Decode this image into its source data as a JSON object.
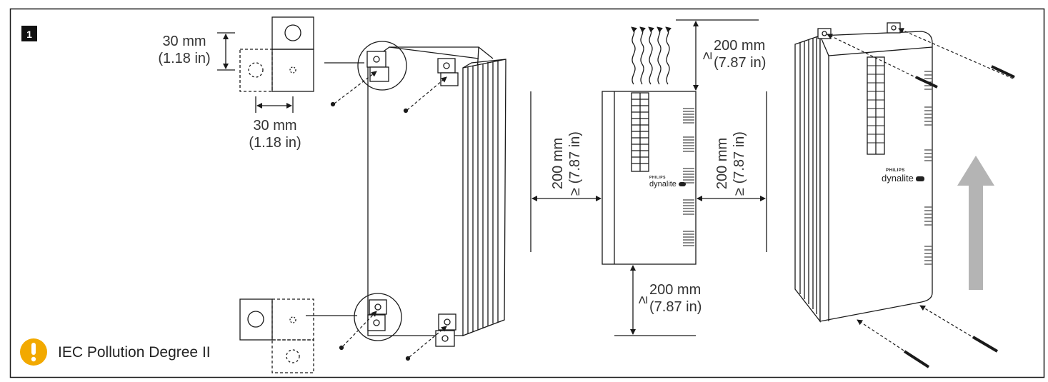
{
  "step_number": "1",
  "colors": {
    "line": "#1a1a1a",
    "accent": "#f2a900",
    "arrow_gray": "#b4b4b4",
    "text": "#333333"
  },
  "left_template": {
    "vertical_dim_value": "30 mm",
    "vertical_dim_imperial": "(1.18 in)",
    "horizontal_dim_value": "30 mm",
    "horizontal_dim_imperial": "(1.18 in)"
  },
  "clearance": {
    "top_value": "200 mm",
    "top_imperial": "(7.87 in)",
    "left_value": "200 mm",
    "left_imperial": "(7.87 in)",
    "right_value": "200 mm",
    "right_imperial": "(7.87 in)",
    "bottom_value": "200 mm",
    "bottom_imperial": "(7.87 in)",
    "ge_symbol": "≥"
  },
  "branding": {
    "maker": "PHILIPS",
    "product": "dynalite"
  },
  "warning": {
    "icon": "exclamation-icon",
    "text": "IEC Pollution Degree II"
  }
}
